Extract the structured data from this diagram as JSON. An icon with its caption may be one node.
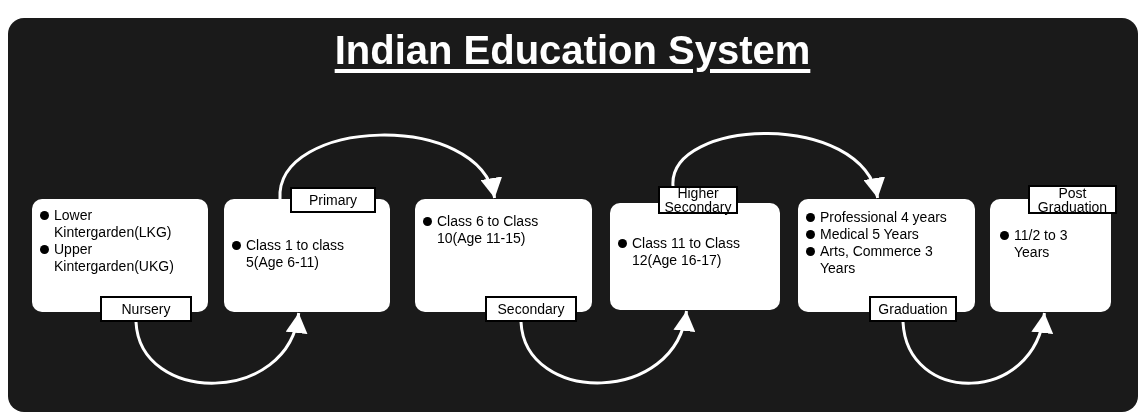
{
  "diagram": {
    "title": "Indian Education System",
    "nodes": [
      {
        "text": [
          "Lower Kintergarden(LKG)",
          "Upper Kintergarden(UKG)",
          "Nursery"
        ]
      },
      {
        "text": [
          "Primary",
          "Class 1 to class 5(Age 6-11)"
        ]
      },
      {
        "text": [
          "Class 6 to Class 10(Age 11-15)",
          "Secondary"
        ]
      },
      {
        "text": [
          "Higher Secondary",
          "Class 11 to Class 12(Age 16-17)"
        ]
      },
      {
        "text": [
          "Professional 4 years",
          "Medical 5 Years",
          "Arts, Commerce 3 Years",
          "Graduation"
        ]
      },
      {
        "text": [
          "Post Graduation",
          "11/2 to 3 Years"
        ]
      }
    ],
    "edges": [
      {
        "from": 0,
        "to": 1,
        "arrow": "to"
      },
      {
        "from": 1,
        "to": 2,
        "arrow": "to"
      },
      {
        "from": 2,
        "to": 3,
        "arrow": "to"
      },
      {
        "from": 3,
        "to": 4,
        "arrow": "to"
      },
      {
        "from": 4,
        "to": 5,
        "arrow": "to"
      }
    ]
  }
}
